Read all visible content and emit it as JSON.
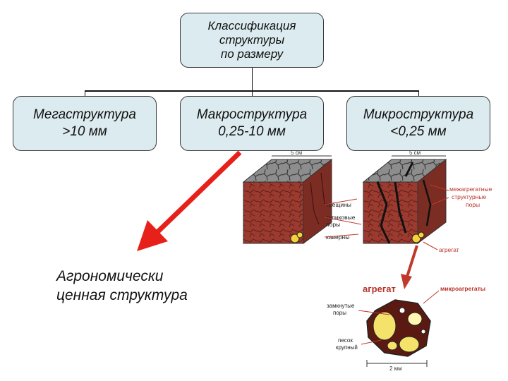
{
  "root": {
    "line1": "Классификация",
    "line2": "структуры",
    "line3": "по размеру"
  },
  "mega": {
    "line1": "Мегаструктура",
    "line2": ">10 мм"
  },
  "macro": {
    "line1": "Макроструктура",
    "line2": "0,25-10 мм"
  },
  "micro": {
    "line1": "Микроструктура",
    "line2": "<0,25 мм"
  },
  "agro": {
    "line1": "Агрономически",
    "line2": "ценная структура"
  },
  "illustration": {
    "scale_5cm_left": "5 см",
    "scale_5cm_right": "5 см",
    "cracks": "трещины",
    "dead_end_pores_1": "тупиковые",
    "dead_end_pores_2": "поры",
    "caverns": "каверны",
    "interaggregate_1": "межагрегатные",
    "interaggregate_2": "структурные",
    "interaggregate_3": "поры",
    "aggregate_small": "агрегат",
    "aggregate_big": "агрегат",
    "microaggregates": "микроагрегаты",
    "closed_pores_1": "замкнутые",
    "closed_pores_2": "поры",
    "sand_1": "песок",
    "sand_2": "крупный",
    "scale_2mm": "2 мм"
  },
  "colors": {
    "box_fill": "#dcebef",
    "arrow_red": "#e8201a",
    "soil": "#9b3a2f",
    "label_red": "#b8322a"
  }
}
